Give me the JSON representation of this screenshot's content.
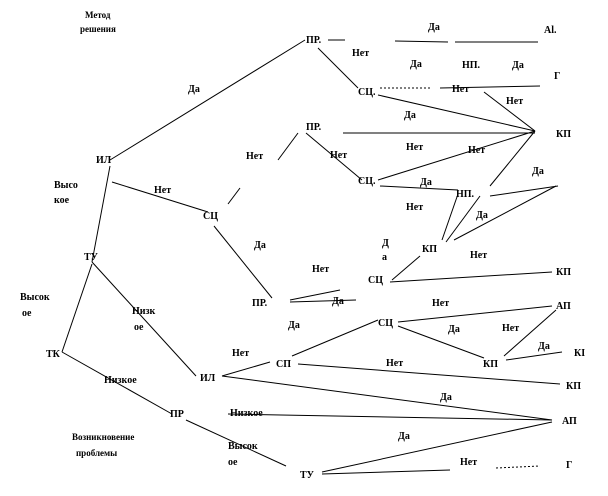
{
  "headers": {
    "method_line1": "Метод",
    "method_line2": "решения",
    "occurrence_line1": "Возникновение",
    "occurrence_line2": "проблемы"
  },
  "nodes": {
    "tk": "ТК",
    "ty_upper": "ТУ",
    "ty_lower": "ТУ",
    "il_upper": "ИЛ",
    "il_lower": "ИЛ",
    "pr_top": "ПР.",
    "pr_second": "ПР.",
    "pr_middle": "ПР.",
    "pr_lower": "ПР",
    "sc_top": "СЦ.",
    "sc_second": "СЦ.",
    "sc_mid": "СЦ",
    "sc_right": "СЦ",
    "sc_cluster": "СЦ",
    "sc_lower": "СП",
    "np_top": "НП.",
    "np_mid": "НП.",
    "kp_mid": "КП",
    "kp_lower": "КП"
  },
  "outcomes": {
    "a1": "Al.",
    "g_top": "Г",
    "kp1": "КП",
    "kp2": "КП",
    "ai1": "АП",
    "ki": "КI",
    "kp3": "КП",
    "ai2": "АП",
    "g_bottom": "Г"
  },
  "labels": {
    "high_a1": "Высо",
    "high_a2": "кое",
    "high_b1": "Высок",
    "high_b2": "ое",
    "low_a1": "Низк",
    "low_a2": "ое",
    "low_b": "Низкое",
    "low_c": "Низкое",
    "high_c1": "Высок",
    "high_c2": "ое",
    "yes": "Да",
    "no": "Нет",
    "yes_split_1": "Д",
    "yes_split_2": "а"
  }
}
